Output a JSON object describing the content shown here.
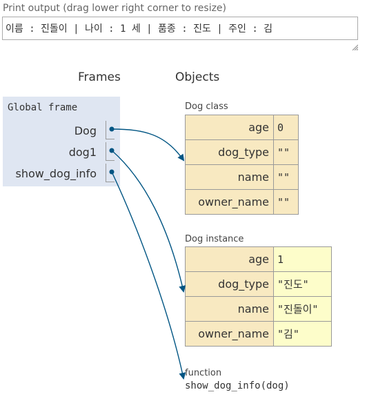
{
  "print_output": {
    "label": "Print output (drag lower right corner to resize)",
    "text": "이름 : 진돌이 | 나이 : 1 세 | 품종 : 진도 | 주인 : 김"
  },
  "headers": {
    "frames": "Frames",
    "objects": "Objects"
  },
  "global_frame": {
    "title": "Global frame",
    "vars": [
      "Dog",
      "dog1",
      "show_dog_info"
    ]
  },
  "dog_class": {
    "label": "Dog class",
    "rows": [
      {
        "key": "age",
        "value": "0"
      },
      {
        "key": "dog_type",
        "value": "\"\""
      },
      {
        "key": "name",
        "value": "\"\""
      },
      {
        "key": "owner_name",
        "value": "\"\""
      }
    ]
  },
  "dog_instance": {
    "label": "Dog instance",
    "rows": [
      {
        "key": "age",
        "value": "1"
      },
      {
        "key": "dog_type",
        "value": "\"진도\""
      },
      {
        "key": "name",
        "value": "\"진돌이\""
      },
      {
        "key": "owner_name",
        "value": "\"김\""
      }
    ]
  },
  "function_obj": {
    "label": "function",
    "signature": "show_dog_info(dog)"
  },
  "colors": {
    "frame_bg": "#dfe6f2",
    "key_bg": "#f8e9c1",
    "value_bg": "#fdfdca",
    "arrow": "#005583"
  }
}
